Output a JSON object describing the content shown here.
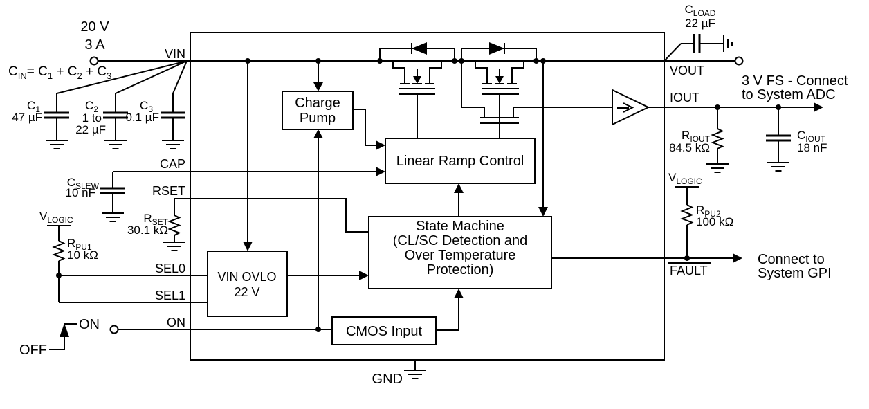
{
  "diagram": {
    "source": {
      "voltage": "20 V",
      "current": "3 A"
    },
    "formula": {
      "p0": "C",
      "s0": "IN",
      "p1": "= C",
      "s1": "1",
      "p2": " + C",
      "s2": "2",
      "p3": " + C",
      "s3": "3"
    },
    "components": {
      "c1": {
        "ref": "C",
        "sub": "1",
        "value": "47 µF"
      },
      "c2": {
        "ref": "C",
        "sub": "2",
        "value_line1": "1 to",
        "value_line2": "22 µF"
      },
      "c3": {
        "ref": "C",
        "sub": "3",
        "value": "0.1 µF"
      },
      "cslew": {
        "ref": "C",
        "sub": "SLEW",
        "value": "10 nF"
      },
      "rset": {
        "ref": "R",
        "sub": "SET",
        "value": "30.1 kΩ"
      },
      "rpu1": {
        "ref": "R",
        "sub": "PU1",
        "value": "10 kΩ"
      },
      "rpu2": {
        "ref": "R",
        "sub": "PU2",
        "value": "100 kΩ"
      },
      "riout": {
        "ref": "R",
        "sub": "IOUT",
        "value": "84.5 kΩ"
      },
      "ciout": {
        "ref": "C",
        "sub": "IOUT",
        "value": "18 nF"
      },
      "cload": {
        "ref": "C",
        "sub": "LOAD",
        "value": "22 µF"
      },
      "vlogic": {
        "ref": "V",
        "sub": "LOGIC"
      }
    },
    "pins": {
      "vin": "VIN",
      "cap": "CAP",
      "rset": "RSET",
      "sel0": "SEL0",
      "sel1": "SEL1",
      "on": "ON",
      "vout": "VOUT",
      "iout": "IOUT",
      "fault": "FAULT",
      "gnd": "GND"
    },
    "blocks": {
      "charge_pump": {
        "line1": "Charge",
        "line2": "Pump"
      },
      "linear_ramp": {
        "label": "Linear Ramp Control"
      },
      "state_machine": {
        "line1": "State Machine",
        "line2": "(CL/SC Detection and",
        "line3": "Over Temperature",
        "line4": "Protection)"
      },
      "vin_ovlo": {
        "line1": "VIN OVLO",
        "line2": "22 V"
      },
      "cmos_input": {
        "label": "CMOS Input"
      }
    },
    "annotations": {
      "adc_line1": "3 V FS - Connect",
      "adc_line2": "to System ADC",
      "gpi_line1": "Connect to",
      "gpi_line2": "System GPI",
      "switch_off": "OFF",
      "switch_on": "ON"
    }
  }
}
